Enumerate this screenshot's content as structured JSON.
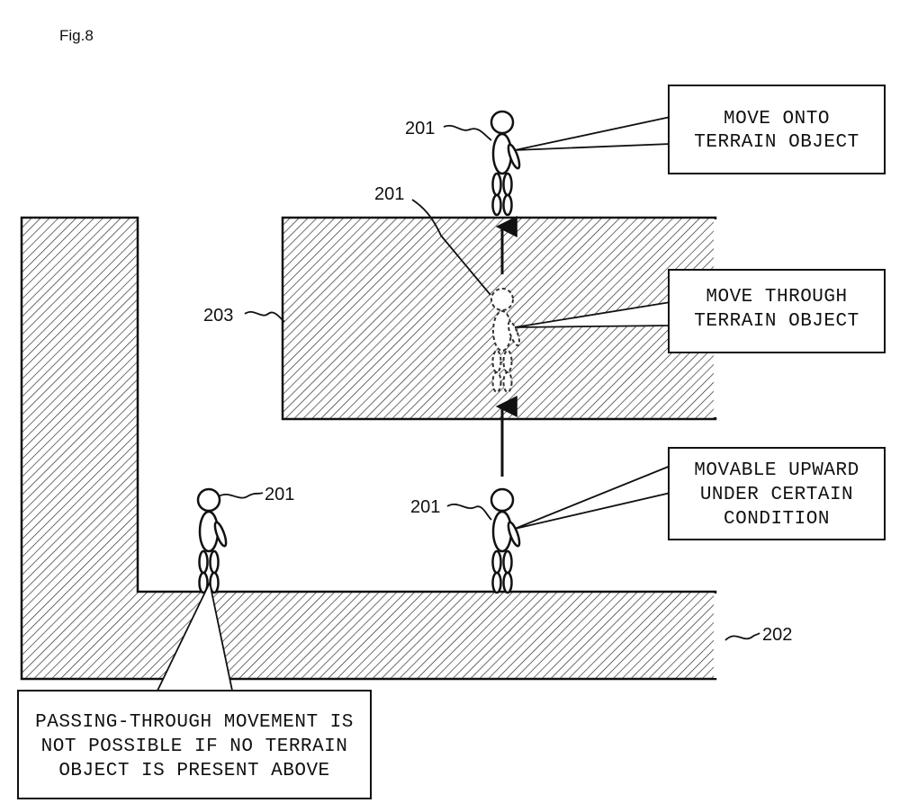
{
  "figure": {
    "title": "Fig.8"
  },
  "labels": {
    "character": "201",
    "ground_terrain": "202",
    "upper_terrain": "203"
  },
  "callouts": {
    "move_onto": [
      "MOVE ONTO",
      "TERRAIN OBJECT"
    ],
    "move_through": [
      "MOVE THROUGH",
      "TERRAIN OBJECT"
    ],
    "movable_upward": [
      "MOVABLE UPWARD",
      "UNDER CERTAIN",
      "CONDITION"
    ],
    "passing_through": [
      "PASSING-THROUGH MOVEMENT IS",
      "NOT POSSIBLE IF NO TERRAIN",
      "OBJECT IS PRESENT ABOVE"
    ]
  },
  "icons": {
    "character": "person-figure-icon",
    "ghost_character": "dashed-person-figure-icon",
    "arrow": "arrow-up-icon"
  },
  "colors": {
    "line": "#111111",
    "hatch": "#222222",
    "background": "#ffffff"
  }
}
